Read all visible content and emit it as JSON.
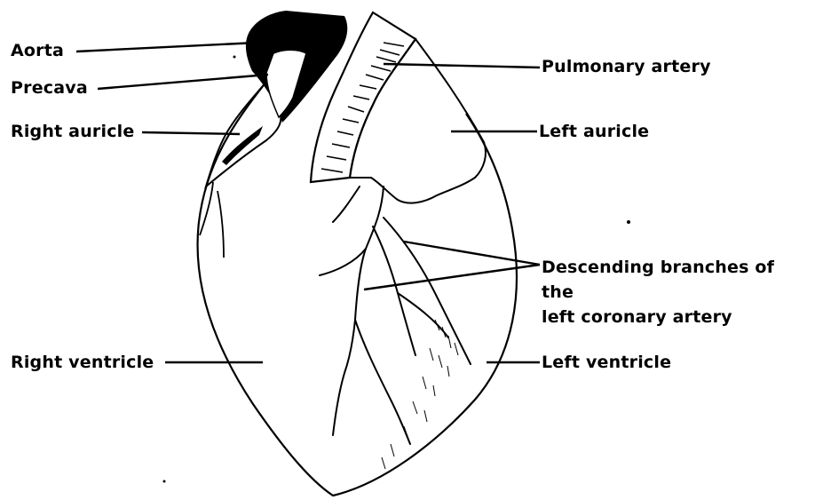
{
  "diagram": {
    "labels": {
      "aorta": "Aorta",
      "precava": "Precava",
      "right_auricle": "Right auricle",
      "right_ventricle": "Right ventricle",
      "pulmonary_artery": "Pulmonary artery",
      "left_auricle": "Left auricle",
      "coronary_line1": "Descending branches of the",
      "coronary_line2": "left coronary artery",
      "left_ventricle": "Left ventricle"
    },
    "colors": {
      "ink": "#000000",
      "background": "#ffffff"
    }
  }
}
